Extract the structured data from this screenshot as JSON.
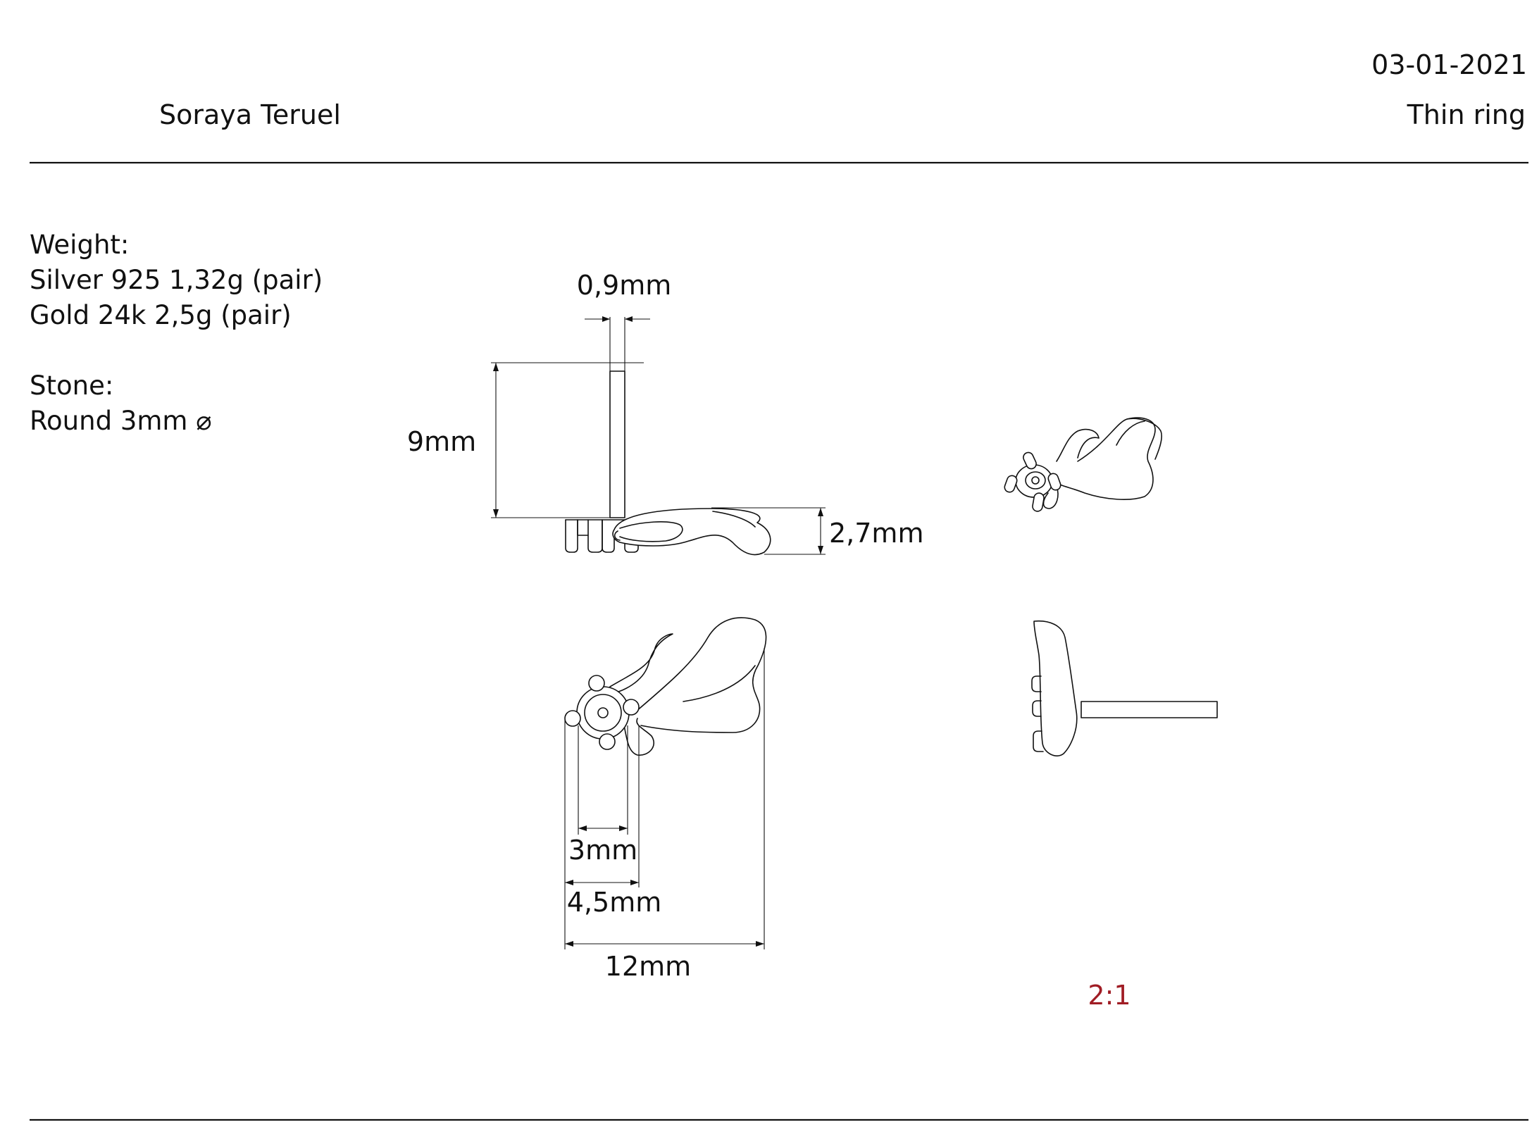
{
  "header": {
    "designer": "Soraya Teruel",
    "date": "03-01-2021",
    "product": "Thin ring"
  },
  "specs": {
    "weight_label": "Weight:",
    "silver": "Silver 925 1,32g (pair)",
    "gold": "Gold 24k 2,5g (pair)",
    "stone_label": "Stone:",
    "stone": "Round 3mm ⌀"
  },
  "dimensions": {
    "pin_thickness": "0,9mm",
    "pin_length": "9mm",
    "head_height": "2,7mm",
    "stone_diameter": "3mm",
    "setting_width": "4,5mm",
    "total_width": "12mm"
  },
  "scale": "2:1",
  "colors": {
    "ink": "#111111",
    "scale": "#a01c24",
    "background": "#ffffff"
  }
}
